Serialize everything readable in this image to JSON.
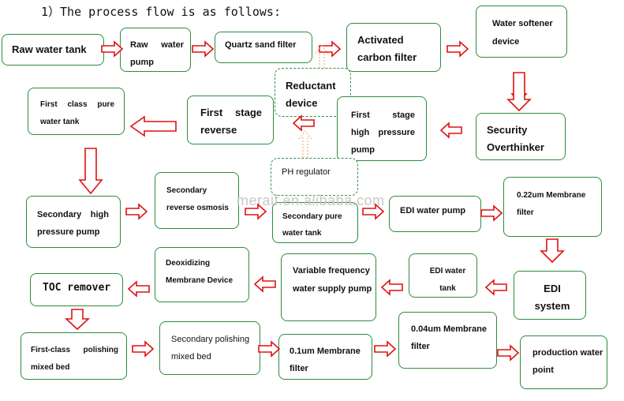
{
  "heading": "1）The process flow is as follows:",
  "watermark": "meraif.en.alibaba.com",
  "nodes": {
    "raw_water_tank": "Raw water tank",
    "raw_water_pump": "Raw water pump",
    "quartz_sand_filter": "Quartz sand filter",
    "activated_carbon_filter": "Activated carbon filter",
    "water_softener": "Water softener device",
    "reductant_device": "Reductant device",
    "first_class_pure_water_tank": "First class pure water tank",
    "first_stage_reverse": "First stage reverse",
    "first_stage_hp_pump": "First stage high pressure pump",
    "security_overthinker": "Security Overthinker",
    "ph_regulator": "PH regulator",
    "secondary_hp_pump": "Secondary high pressure pump",
    "secondary_ro": "Secondary reverse osmosis",
    "secondary_pure_water_tank": "Secondary pure water tank",
    "edi_water_pump": "EDI water pump",
    "membrane_filter_022": "0.22um Membrane filter",
    "toc_remover": "TOC remover",
    "deoxidizing_membrane": "Deoxidizing Membrane Device",
    "variable_freq_pump": "Variable frequency water supply pump",
    "edi_water_tank": "EDI water tank",
    "edi_system": "EDI system",
    "first_class_polishing": "First-class polishing mixed bed",
    "secondary_polishing": "Secondary polishing mixed bed",
    "membrane_filter_01": "0.1um Membrane filter",
    "membrane_filter_004": "0.04um Membrane filter",
    "production_water_point": "production water point"
  },
  "colors": {
    "box_border": "#2e8b3d",
    "arrow": "#e01010",
    "dashed_arrow": "#e8b483"
  }
}
